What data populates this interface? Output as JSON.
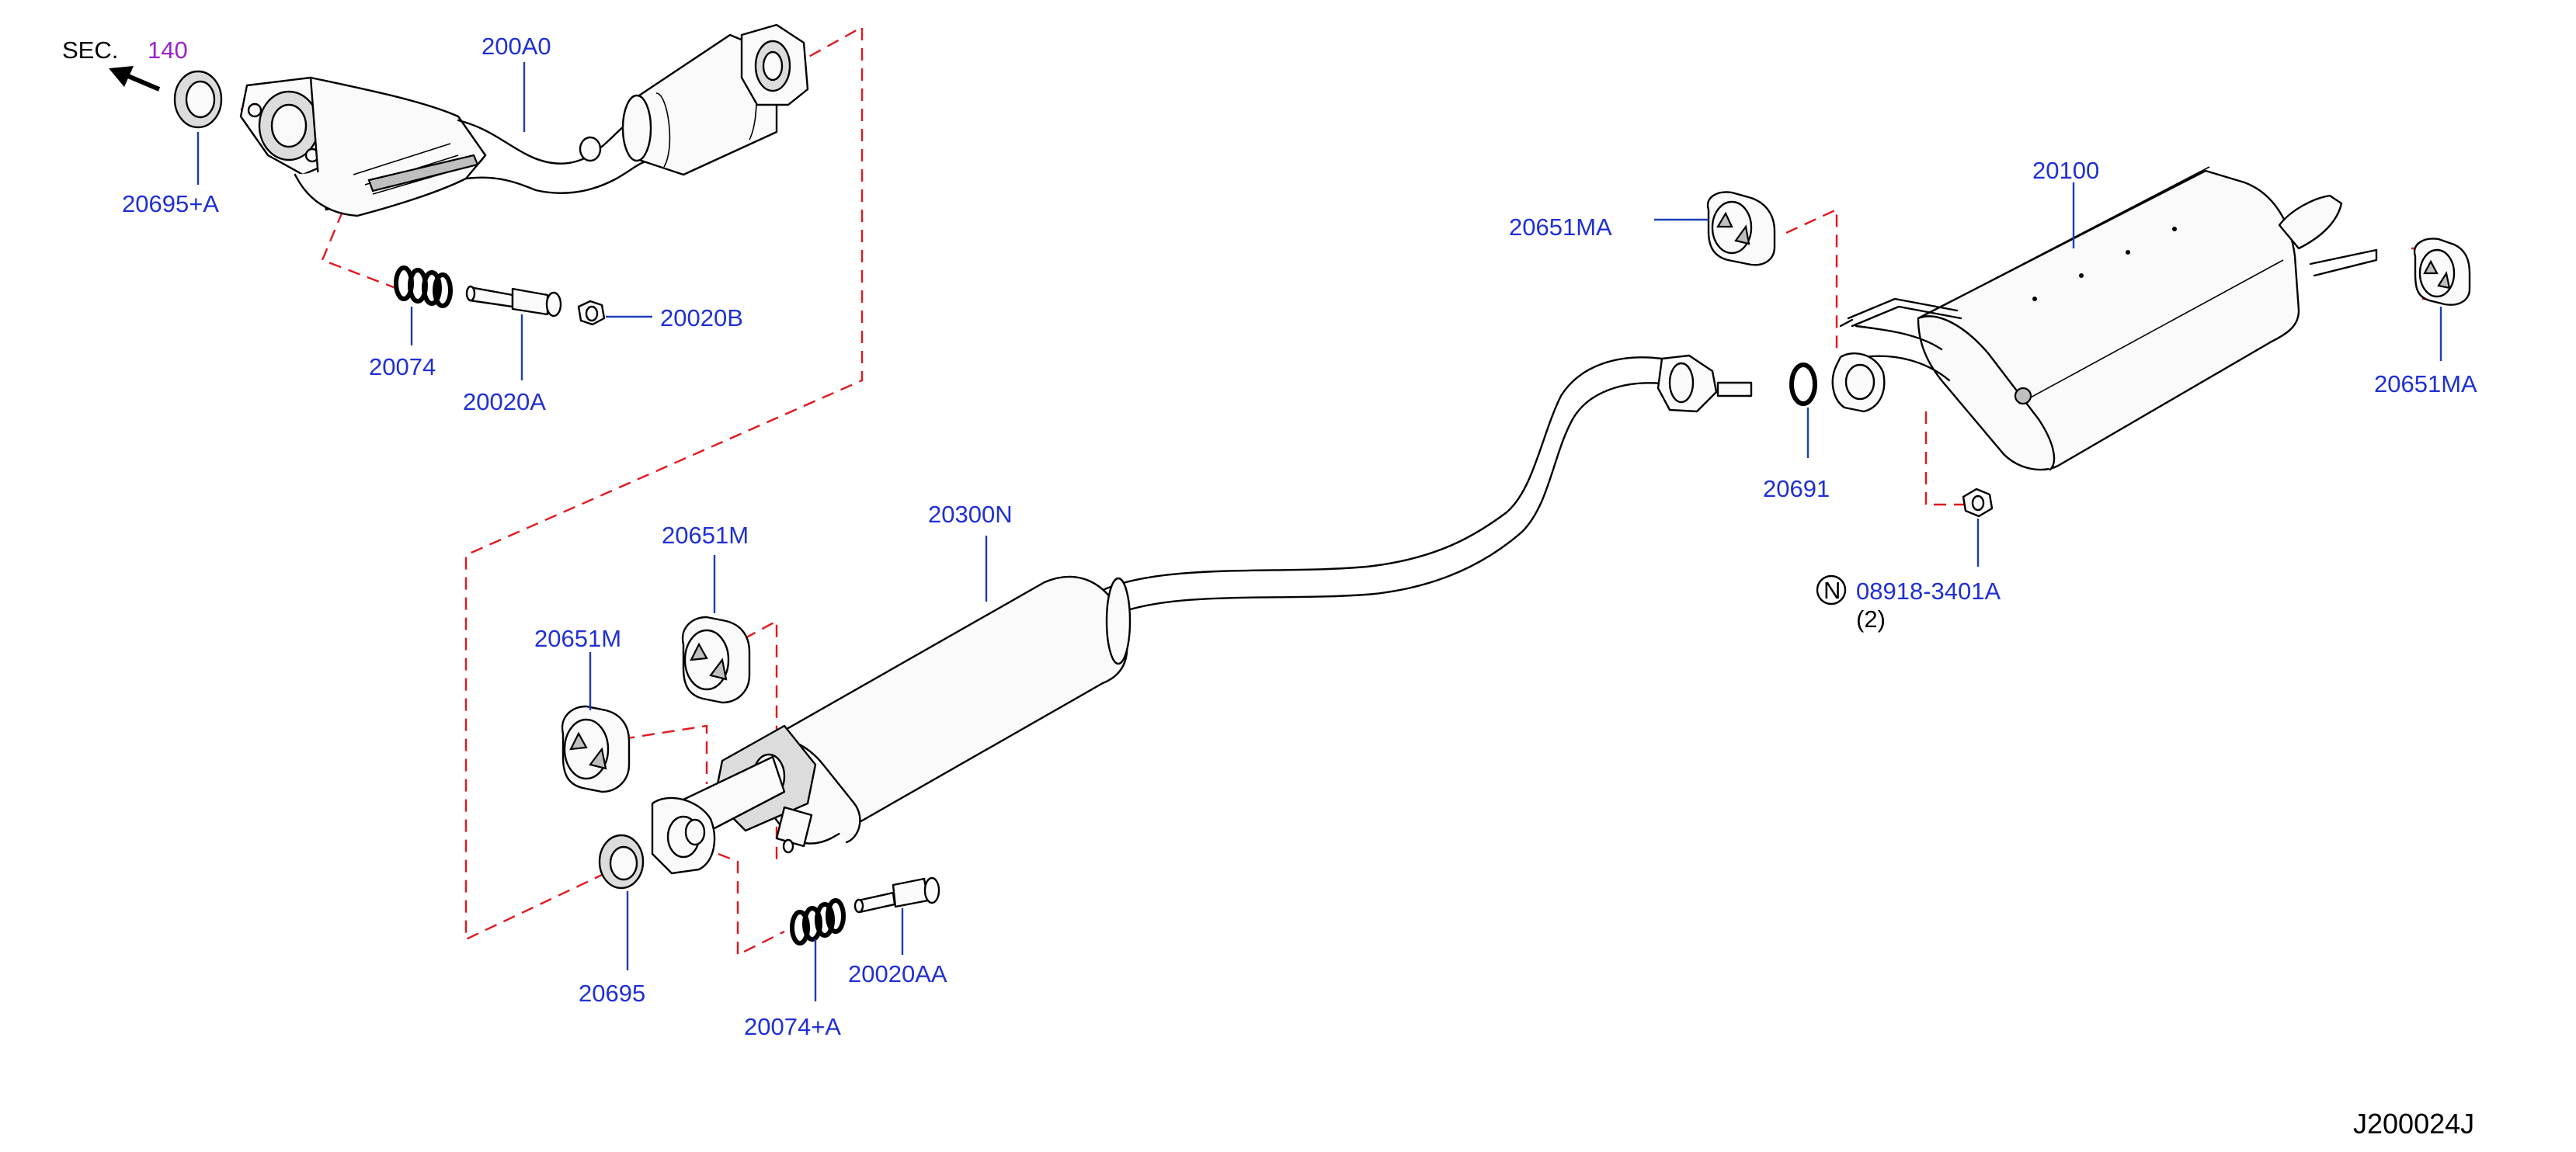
{
  "diagram_id": "J200024J",
  "section_ref": {
    "prefix": "SEC.",
    "number": "140"
  },
  "parts": {
    "p200A0": "200A0",
    "p20695A": "20695+A",
    "p20074": "20074",
    "p20020A": "20020A",
    "p20020B": "20020B",
    "p20300N": "20300N",
    "p20651M_a": "20651M",
    "p20651M_b": "20651M",
    "p20695": "20695",
    "p20074A": "20074+A",
    "p20020AA": "20020AA",
    "p20651MA_a": "20651MA",
    "p20100": "20100",
    "p20651MA_b": "20651MA",
    "p20691": "20691",
    "p08918": "08918-3401A",
    "p08918_qty": "(2)",
    "nut_symbol": "N"
  },
  "colors": {
    "label": "#1f2fd6",
    "leader": "#1a3db8",
    "dashed": "#e4161c",
    "section": "#9b23c8",
    "outline": "#000000"
  },
  "icons": [
    "arrow-left-icon",
    "nut-n-icon"
  ]
}
